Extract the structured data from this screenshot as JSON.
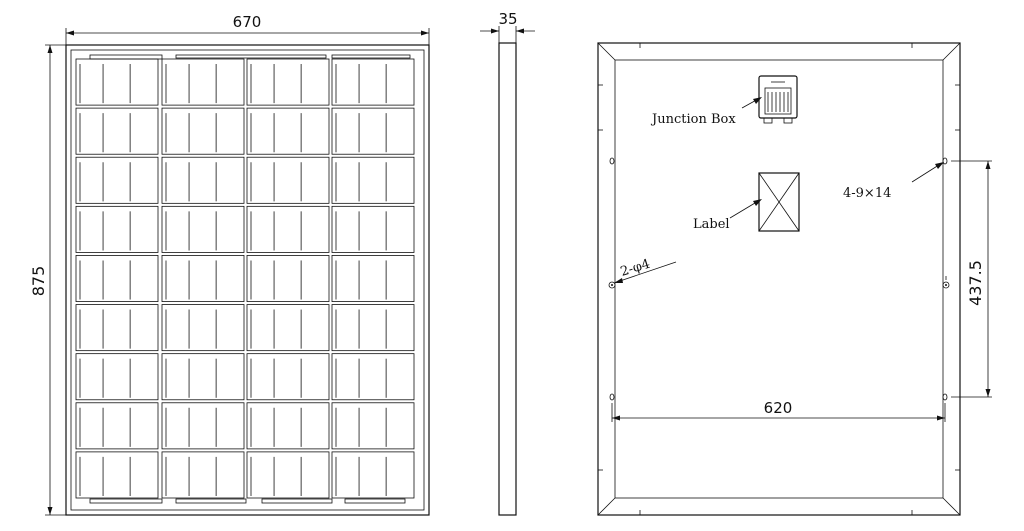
{
  "front_view": {
    "width_dim": "670",
    "height_dim": "875",
    "cell_rows": 9,
    "cell_cols": 4
  },
  "side_view": {
    "thickness_dim": "35"
  },
  "back_view": {
    "junction_box_label": "Junction Box",
    "label_label": "Label",
    "mount_holes_label": "4-9×14",
    "ground_holes_label": "2-φ4",
    "hole_spacing_vertical_dim": "437.5",
    "hole_spacing_horizontal_dim": "620"
  },
  "colors": {
    "line": "#111111",
    "background": "#ffffff"
  }
}
